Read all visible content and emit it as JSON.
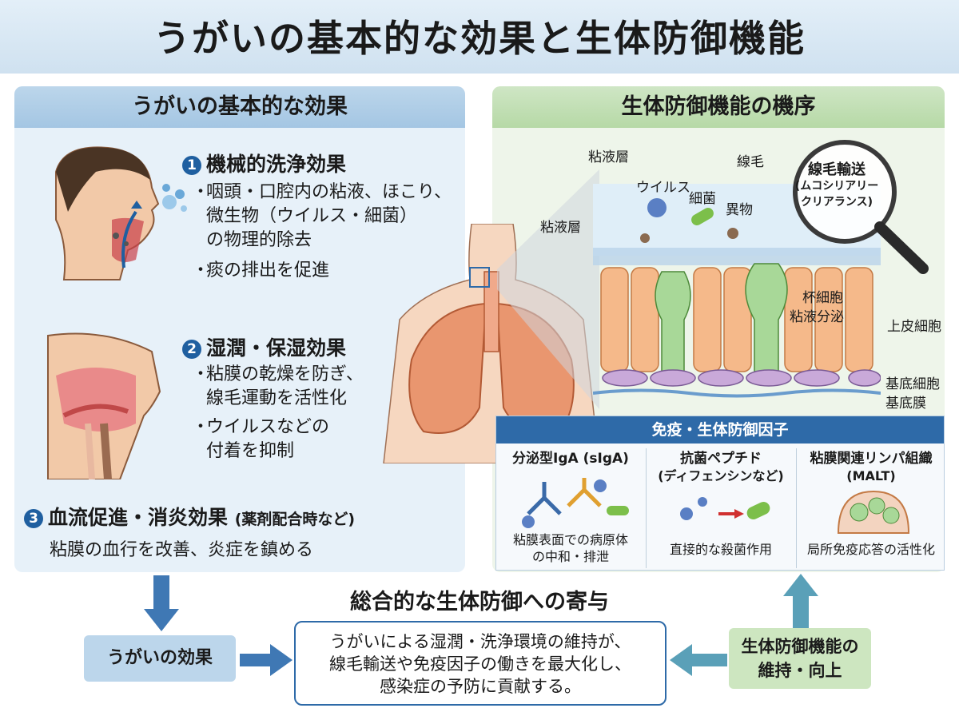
{
  "title": "うがいの基本的な効果と生体防御機能",
  "left_panel": {
    "heading": "うがいの基本的な効果",
    "effect1": {
      "number": "1",
      "title": "機械的洗浄効果",
      "bullets": [
        "咽頭・口腔内の粘液、ほこり、",
        "微生物（ウイルス・細菌）",
        "の物理的除去",
        "痰の排出を促進"
      ]
    },
    "effect2": {
      "number": "2",
      "title": "湿潤・保湿効果",
      "bullets": [
        "粘膜の乾燥を防ぎ、",
        "線毛運動を活性化",
        "ウイルスなどの",
        "付着を抑制"
      ]
    },
    "effect3": {
      "number": "3",
      "title": "血流促進・消炎効果",
      "note": "(薬剤配合時など)",
      "desc": "粘膜の血行を改善、炎症を鎮める"
    }
  },
  "right_panel": {
    "heading": "生体防御機能の機序",
    "labels": {
      "mucus_top": "粘液層",
      "mucus_side": "粘液層",
      "virus": "ウイルス",
      "bacteria": "細菌",
      "foreign": "異物",
      "cilia": "線毛",
      "goblet": "杯細胞",
      "goblet_sub": "粘液分泌",
      "epithelial": "上皮細胞",
      "basal_cell": "基底細胞",
      "basement": "基底膜"
    },
    "magnifier": [
      "線毛輸送",
      "(ムコシリアリー",
      "クリアランス)"
    ]
  },
  "immune": {
    "heading": "免疫・生体防御因子",
    "items": [
      {
        "title": "分泌型IgA (sIgA)",
        "desc1": "粘膜表面での病原体",
        "desc2": "の中和・排泄"
      },
      {
        "title": "抗菌ペプチド",
        "title2": "(ディフェンシンなど)",
        "desc1": "直接的な殺菌作用"
      },
      {
        "title": "粘膜関連リンパ組織",
        "title2": "(MALT)",
        "desc1": "局所免疫応答の活性化"
      }
    ]
  },
  "bottom": {
    "title": "総合的な生体防御への寄与",
    "left_box": "うがいの効果",
    "center": [
      "うがいによる湿潤・洗浄環境の維持が、",
      "線毛輸送や免疫因子の働きを最大化し、",
      "感染症の予防に貢献する。"
    ],
    "right_box": [
      "生体防御機能の",
      "維持・向上"
    ]
  },
  "colors": {
    "accent_blue": "#2e6aa8",
    "left_bg": "#e7f1f9",
    "right_bg": "#eef5ea",
    "green_box": "#cde6c0"
  }
}
